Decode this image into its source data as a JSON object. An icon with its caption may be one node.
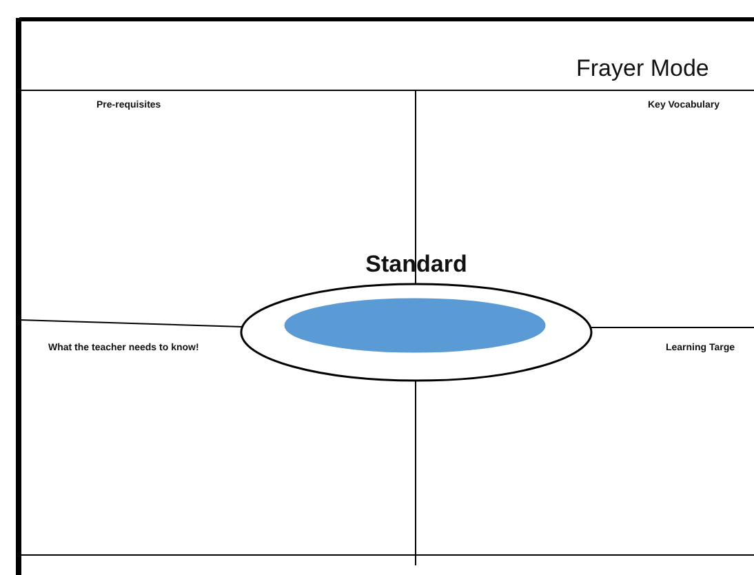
{
  "diagram": {
    "title": "Frayer Mode",
    "nodes": [
      {
        "text": [
          "Standard"
        ]
      },
      {
        "text": [],
        "shape": "circle",
        "in": 0
      }
    ],
    "edges": [],
    "labels": [
      "Pre-requisites",
      "Key Vocabulary",
      "What the teacher needs to know!",
      "Learning Targe"
    ]
  }
}
